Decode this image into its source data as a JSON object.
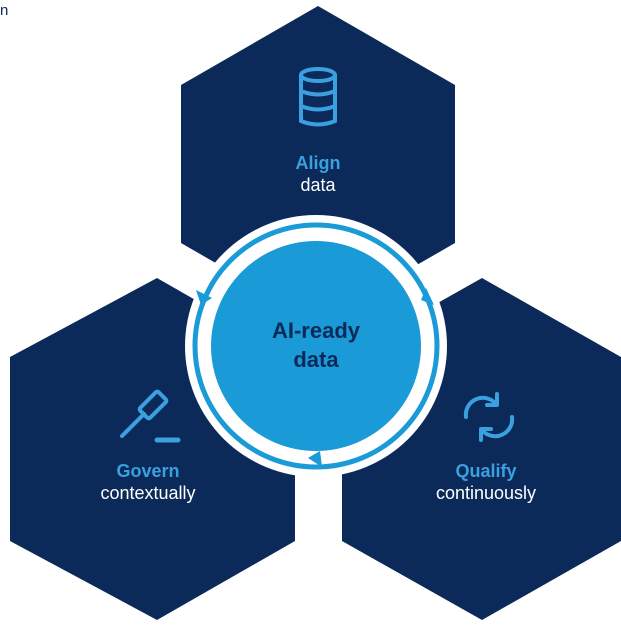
{
  "corner_text": "n",
  "center": {
    "line1": "AI-ready",
    "line2": "data"
  },
  "nodes": {
    "align": {
      "keyword": "Align",
      "label": "data",
      "icon": "database-icon"
    },
    "govern": {
      "keyword": "Govern",
      "label": "contextually",
      "icon": "gavel-icon"
    },
    "qualify": {
      "keyword": "Qualify",
      "label": "continuously",
      "icon": "refresh-cycle-icon"
    }
  },
  "colors": {
    "hexagon": "#0b2a5a",
    "accent": "#3aa0e0",
    "center_fill": "#1a9ad6",
    "ring": "#ffffff",
    "background": "#ffffff"
  }
}
